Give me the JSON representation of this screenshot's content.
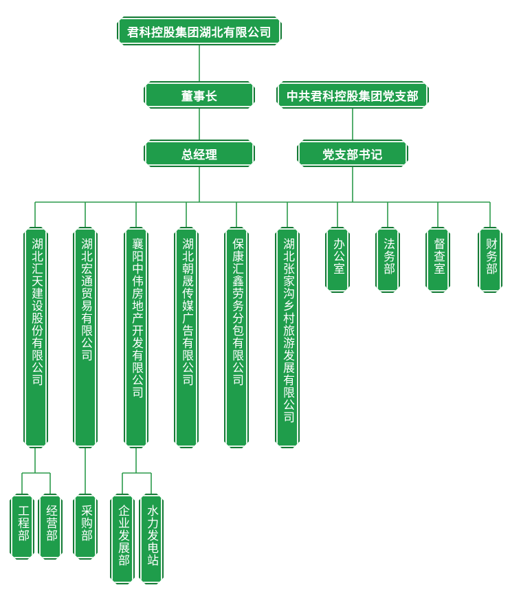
{
  "colors": {
    "box_fill": "#1f9d4b",
    "box_border": "#137a35",
    "line": "#2a9a4a",
    "text": "#ffffff"
  },
  "nodes": {
    "root": "君科控股集团湖北有限公司",
    "chairman": "董事长",
    "party_branch": "中共君科控股集团党支部",
    "general_manager": "总经理",
    "party_secretary": "党支部书记",
    "huitian": "湖北汇天建设股份有限公司",
    "hongtong": "湖北宏通贸易有限公司",
    "zhongwei": "襄阳中伟房地产开发有限公司",
    "zhaosheng": "湖北朝晟传媒广告有限公司",
    "kanghui": "保康汇鑫劳务分包有限公司",
    "zhangjiagou": "湖北张家沟乡村旅游发展有限公司",
    "office": "办公室",
    "legal": "法务部",
    "supervision": "督查室",
    "finance": "财务部",
    "engineering": "工程部",
    "operations": "经营部",
    "procurement": "采购部",
    "enterprise_dev": "企业发展部",
    "hydropower": "水力发电站"
  }
}
